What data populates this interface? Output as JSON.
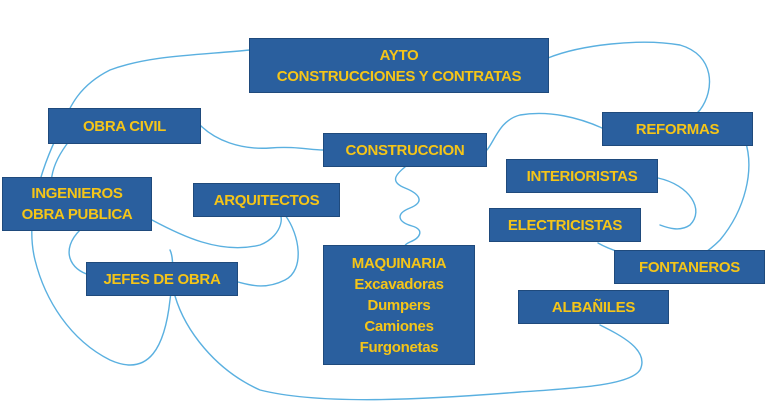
{
  "nodes": {
    "ayto": {
      "lines": [
        "AYTO",
        "CONSTRUCCIONES Y CONTRATAS"
      ]
    },
    "obra_civil": {
      "lines": [
        "OBRA CIVIL"
      ]
    },
    "construccion": {
      "lines": [
        "CONSTRUCCION"
      ]
    },
    "reformas": {
      "lines": [
        "REFORMAS"
      ]
    },
    "ingenieros": {
      "lines": [
        "INGENIEROS",
        "OBRA PUBLICA"
      ]
    },
    "arquitectos": {
      "lines": [
        "ARQUITECTOS"
      ]
    },
    "interioristas": {
      "lines": [
        "INTERIORISTAS"
      ]
    },
    "electricistas": {
      "lines": [
        "ELECTRICISTAS"
      ]
    },
    "jefes_obra": {
      "lines": [
        "JEFES DE OBRA"
      ]
    },
    "maquinaria": {
      "lines": [
        "MAQUINARIA",
        "Excavadoras",
        "Dumpers",
        "Camiones",
        "Furgonetas"
      ]
    },
    "fontaneros": {
      "lines": [
        "FONTANEROS"
      ]
    },
    "albaniles": {
      "lines": [
        "ALBAÑILES"
      ]
    }
  },
  "colors": {
    "box": "#2a5f9e",
    "text": "#f5c518",
    "connector": "#5ab0e0"
  }
}
